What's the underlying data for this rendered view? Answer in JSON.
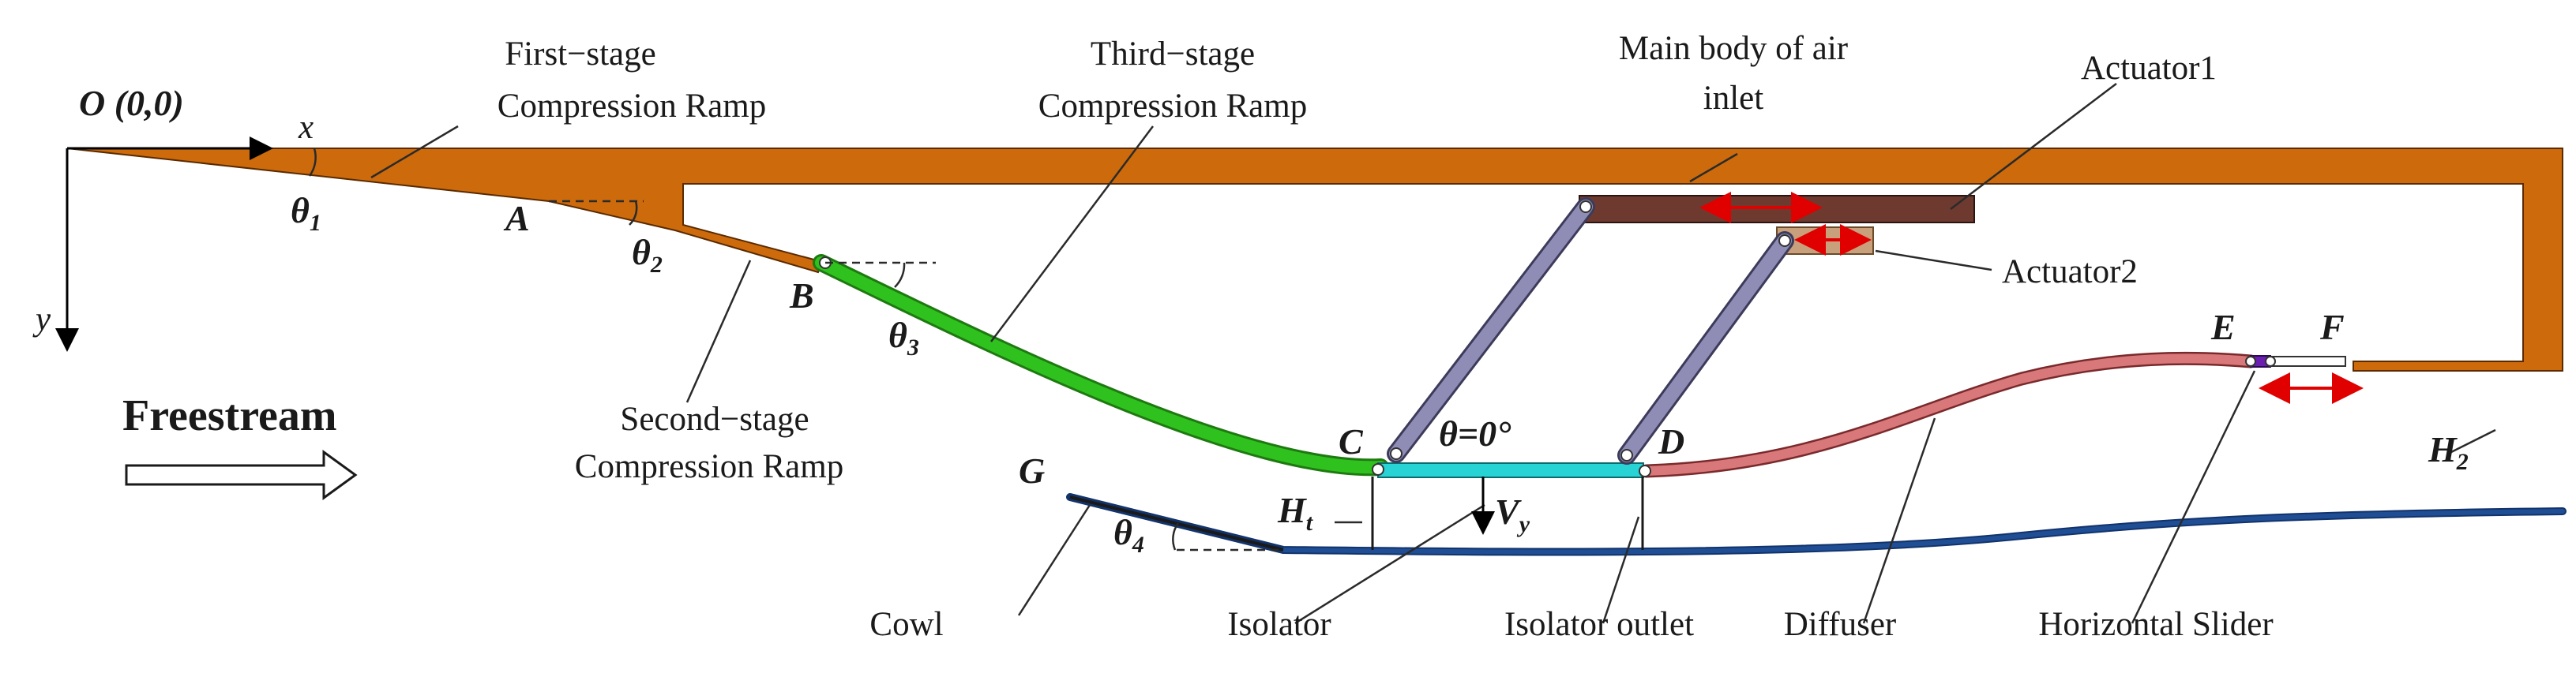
{
  "labels": {
    "origin": "O (0,0)",
    "x_axis": "x",
    "y_axis": "y",
    "theta1": "θ",
    "theta1_sub": "1",
    "theta2": "θ",
    "theta2_sub": "2",
    "theta3": "θ",
    "theta3_sub": "3",
    "theta4": "θ",
    "theta4_sub": "4",
    "theta_zero": "θ=0°",
    "point_a": "A",
    "point_b": "B",
    "point_c": "C",
    "point_d": "D",
    "point_e": "E",
    "point_f": "F",
    "point_g": "G",
    "ht": "H",
    "ht_sub": "t",
    "h2": "H",
    "h2_sub": "2",
    "vy": "V",
    "vy_sub": "y",
    "first_stage_line1": "First−stage",
    "first_stage_line2": "Compression Ramp",
    "second_stage_line1": "Second−stage",
    "second_stage_line2": "Compression Ramp",
    "third_stage_line1": "Third−stage",
    "third_stage_line2": "Compression Ramp",
    "main_body_line1": "Main body of air",
    "main_body_line2": "inlet",
    "actuator1": "Actuator1",
    "actuator2": "Actuator2",
    "freestream": "Freestream",
    "cowl": "Cowl",
    "isolator": "Isolator",
    "isolator_outlet": "Isolator  outlet",
    "diffuser": "Diffuser",
    "horizontal_slider": "Horizontal  Slider"
  },
  "colors": {
    "body": "#cc6a0c",
    "third_ramp": "#2fc21e",
    "isolator": "#28d3d6",
    "diffuser": "#d9787a",
    "cowl": "#1f4e95",
    "links": "#8f8cb6",
    "actuator1": "#6e3a30",
    "actuator2": "#c9a07c",
    "arrow_red": "#e00000",
    "slider": "#6a1fb0"
  }
}
